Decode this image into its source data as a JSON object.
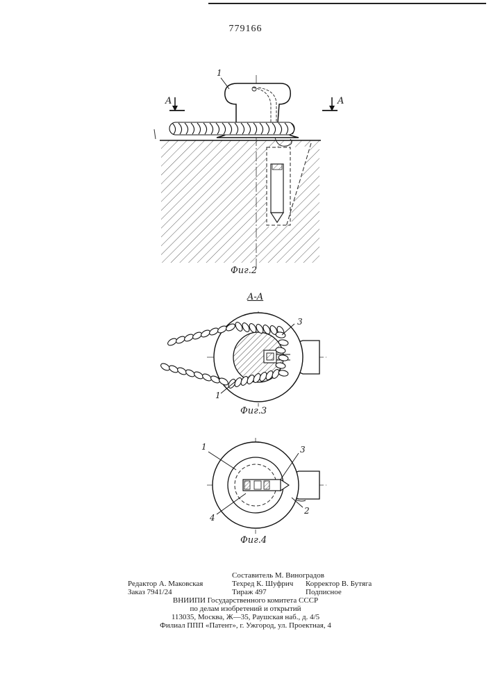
{
  "patent_number": "779166",
  "figures": {
    "fig2": {
      "caption": "Фиг.2",
      "part_label": "1",
      "section_left": "A",
      "section_right": "A"
    },
    "fig3": {
      "caption": "Фиг.3",
      "section_title": "A-A",
      "label_3": "3",
      "label_1": "1"
    },
    "fig4": {
      "caption": "Фиг.4",
      "label_1": "1",
      "label_3": "3",
      "label_4": "4",
      "label_2": "2"
    }
  },
  "colophon": {
    "compiler": "Составитель М. Виноградов",
    "editor": "Редактор А. Маковская",
    "techred": "Техред К. Шуфрич",
    "corrector": "Корректор В. Бутяга",
    "order": "Заказ 7941/24",
    "circulation": "Тираж 497",
    "subscription": "Подписное",
    "org_line1": "ВНИИПИ Государственного комитета СССР",
    "org_line2": "по делам изобретений и открытий",
    "address": "113035, Москва, Ж—35, Раушская наб., д. 4/5",
    "branch": "Филиал ППП «Патент», г. Ужгород, ул. Проектная, 4"
  }
}
